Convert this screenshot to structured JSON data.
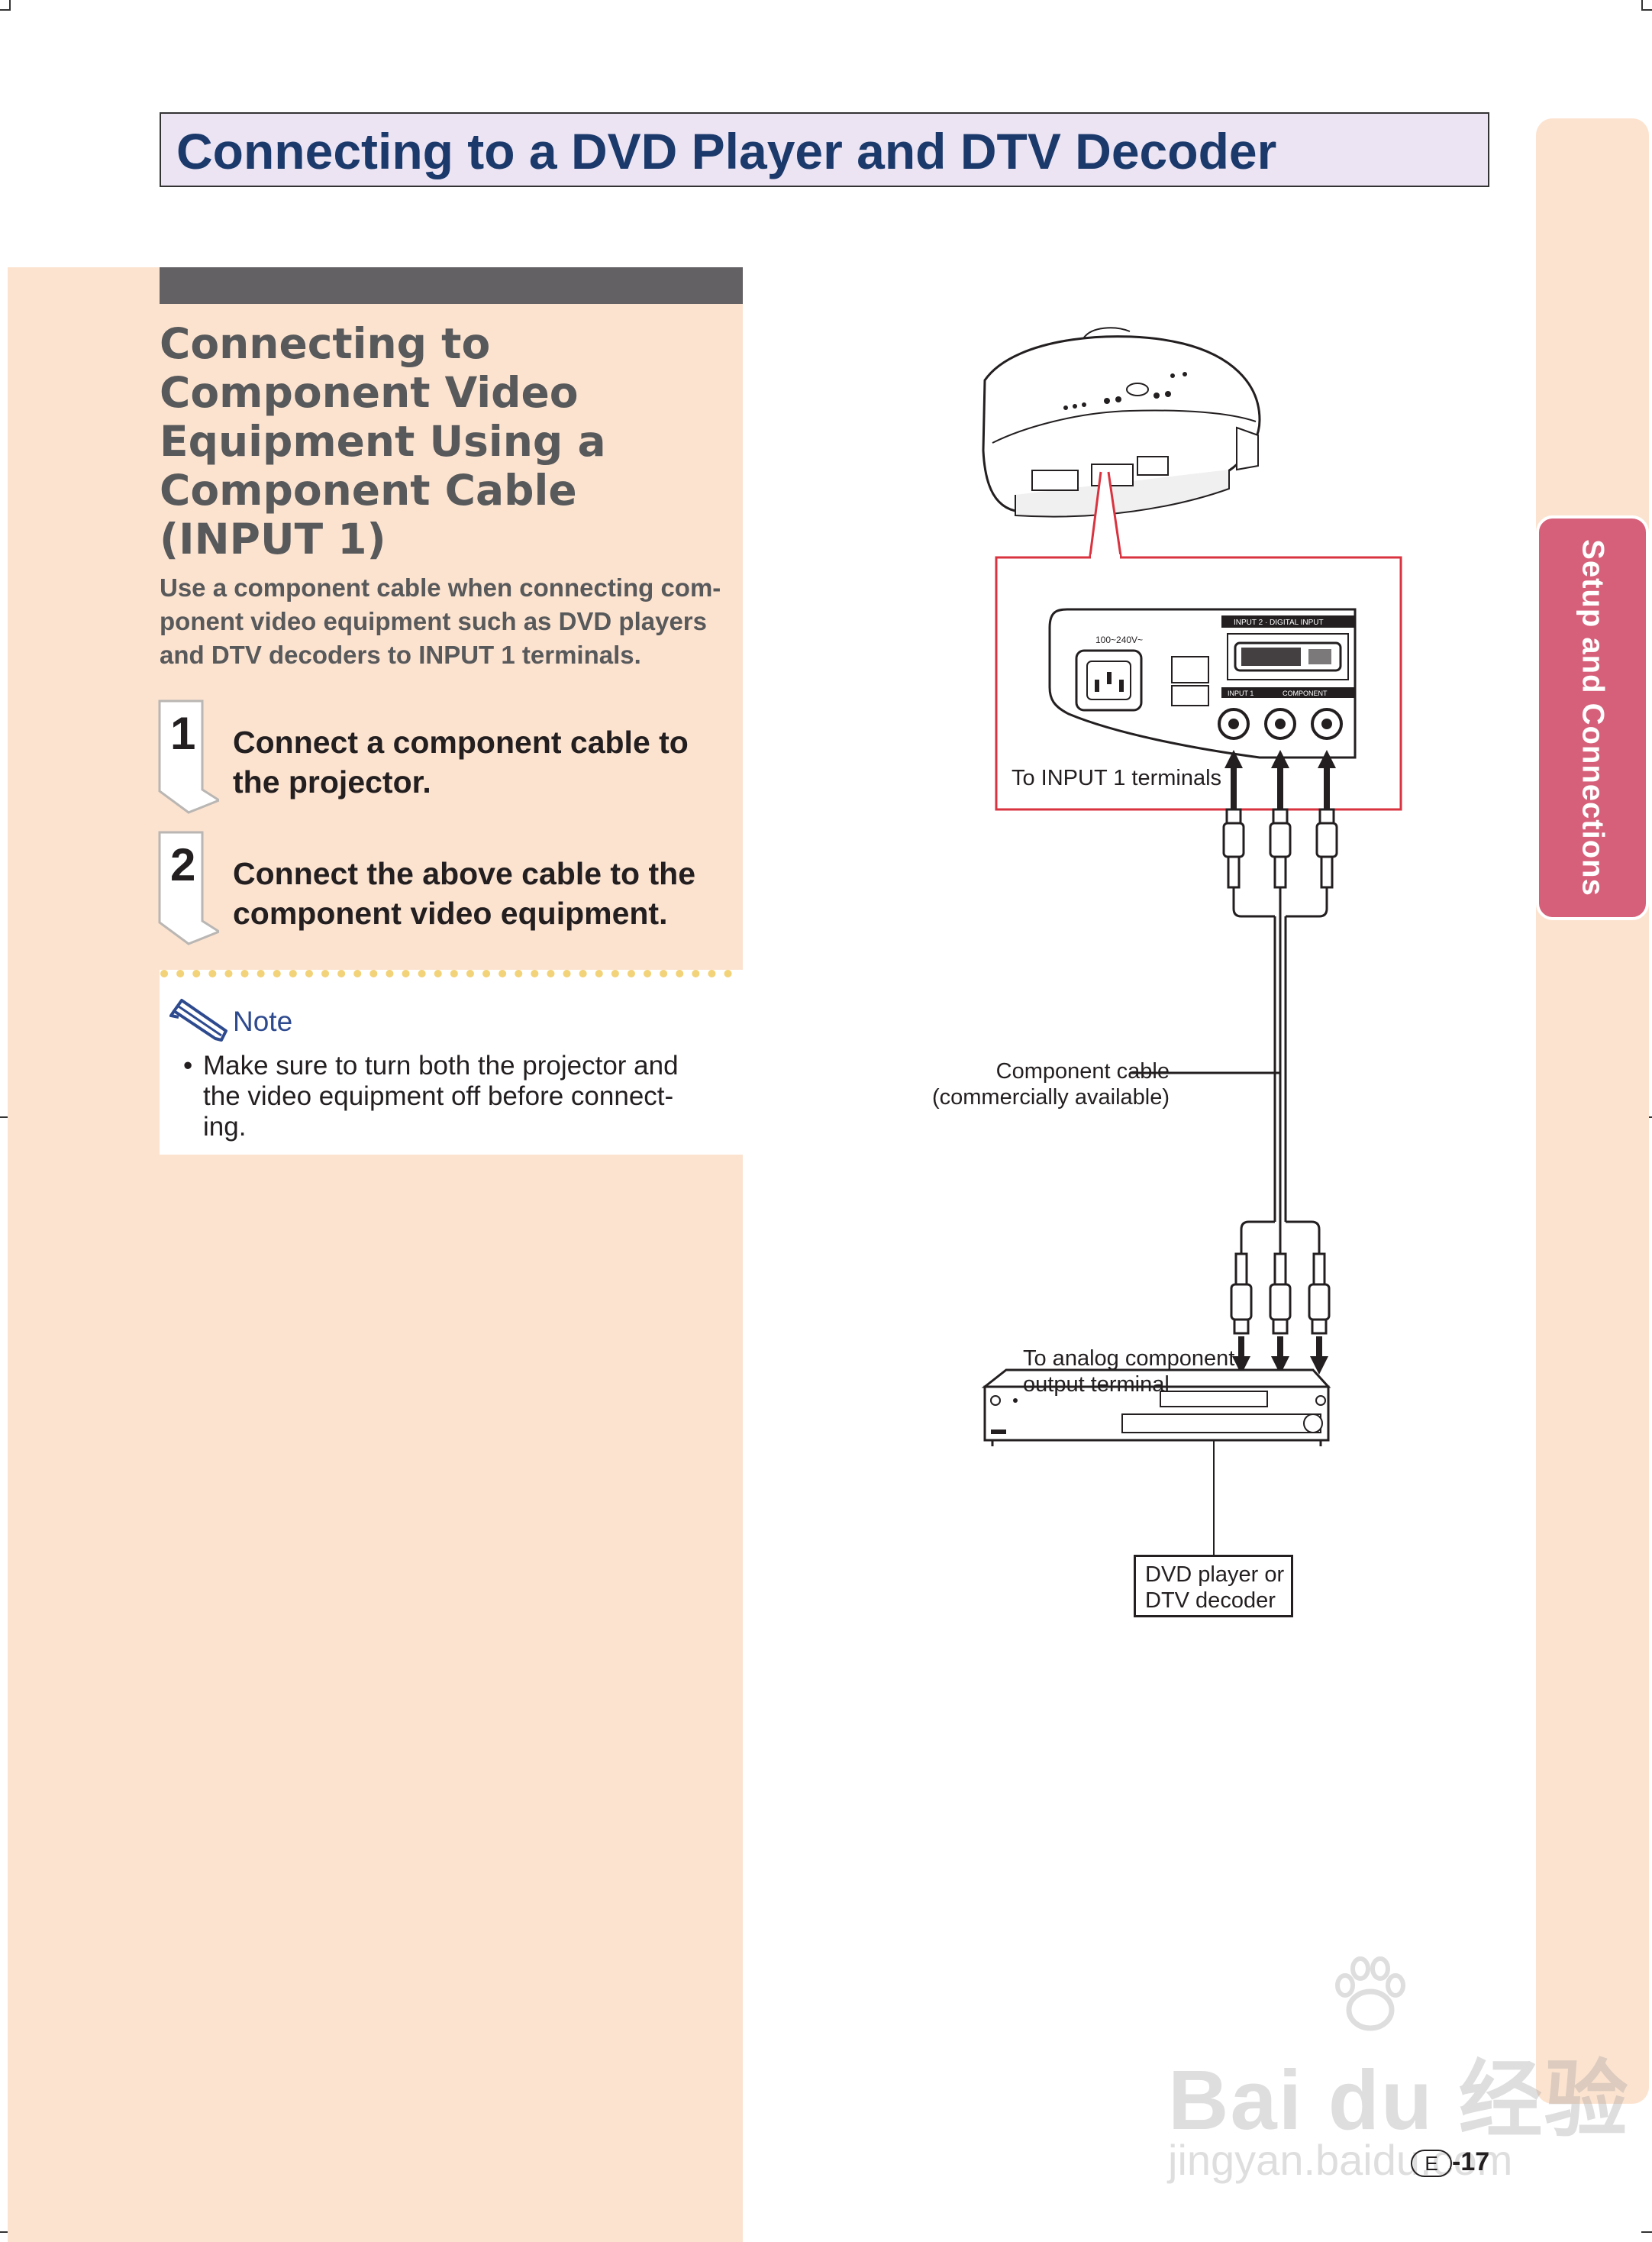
{
  "title": "Connecting to a DVD Player and DTV Decoder",
  "section": {
    "heading_lines": [
      "Connecting to",
      "Component Video",
      "Equipment Using a",
      "Component Cable",
      "(INPUT 1)"
    ],
    "intro_lines": [
      "Use a component cable when connecting  com-",
      "ponent video equipment such as DVD players",
      "and DTV decoders to INPUT 1 terminals."
    ]
  },
  "steps": [
    {
      "number": "1",
      "lines": [
        "Connect a component cable to",
        "the projector."
      ]
    },
    {
      "number": "2",
      "lines": [
        "Connect the above cable to the",
        "component video equipment."
      ]
    }
  ],
  "note": {
    "label": "Note",
    "bullet": "•",
    "lines": [
      "Make sure to turn both the projector and",
      "the video equipment off before connect-",
      "ing."
    ]
  },
  "side_tab": "Setup and Connections",
  "diagram": {
    "input_label": "To INPUT 1 terminals",
    "cable_label_lines": [
      "Component cable",
      "(commercially available)"
    ],
    "output_label_lines": [
      "To analog component",
      "output terminal"
    ],
    "device_label_lines": [
      "DVD player or",
      "DTV decoder"
    ],
    "panel_texts": {
      "voltage": "100~240V~",
      "input2": "INPUT 2 · DIGITAL INPUT",
      "input1": "INPUT 1",
      "component": "COMPONENT"
    }
  },
  "page_number": {
    "circle": "E",
    "suffix": "-17"
  },
  "watermark": {
    "brand": "Bai du 经验",
    "url": "jingyan.baidu.com"
  },
  "colors": {
    "title_bg": "#ece3f3",
    "title_text": "#1b3a6b",
    "panel_bg": "#fce3d0",
    "grey_bar": "#636163",
    "side_tab": "#d6607a",
    "highlight_red": "#d9333f",
    "note_blue": "#2e4a8f"
  }
}
